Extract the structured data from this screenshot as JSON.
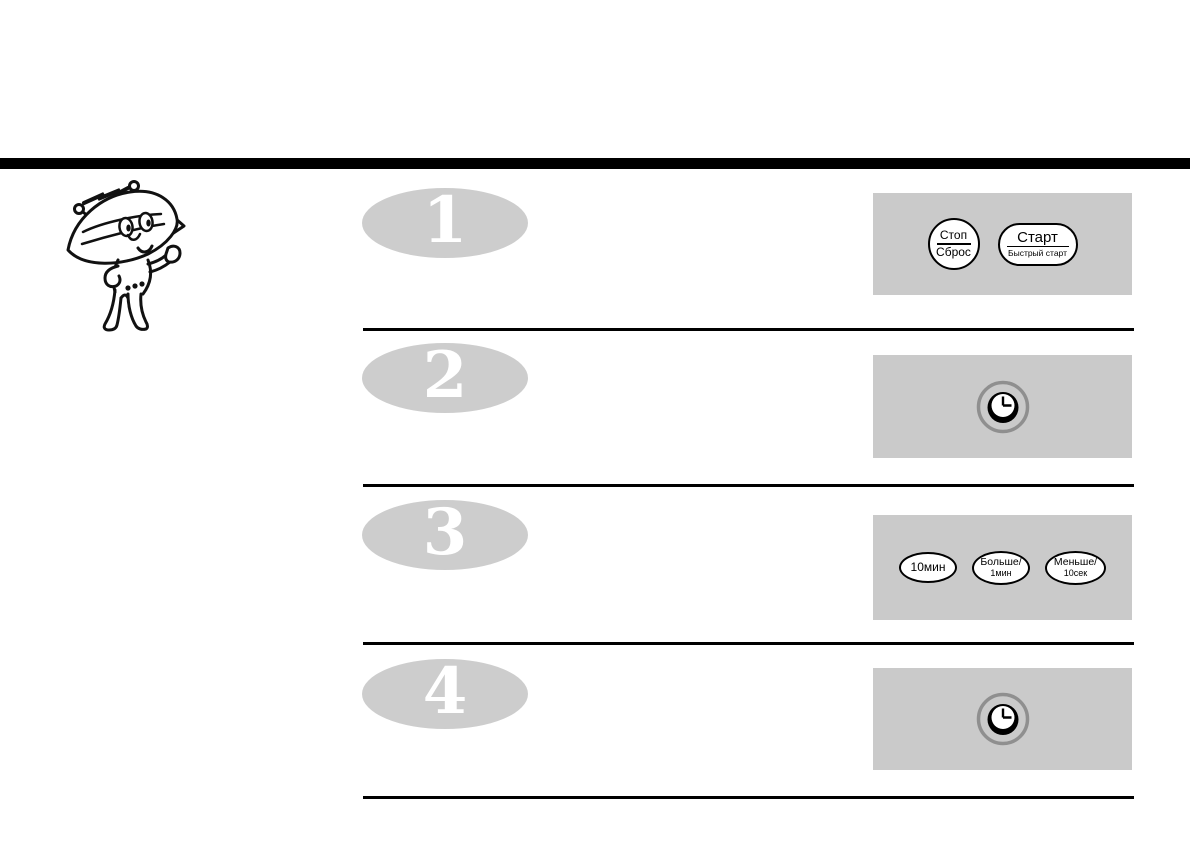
{
  "page_type": "microwave-oven-manual-steps-page",
  "language": "ru",
  "colors": {
    "top_bar": "#000000",
    "panel_bg": "#cacaca",
    "step_oval_bg": "#cdcdcd",
    "step_number_color": "#ffffff",
    "clock_ring": "#8f8f8f",
    "line_art": "#000000"
  },
  "icons": {
    "mascot": "robot-mascot-icon",
    "clock": "clock-icon",
    "lightning": "lightning-bolt-icon"
  },
  "steps": [
    {
      "number": "1",
      "buttons": {
        "stop_top": "Стоп",
        "stop_bottom": "Сброс",
        "start_top": "Старт",
        "start_bottom": "Быстрый старт"
      }
    },
    {
      "number": "2",
      "icon": "clock-icon"
    },
    {
      "number": "3",
      "buttons": {
        "ten_min": "10мин",
        "more_top": "Больше/",
        "more_bottom": "1мин",
        "less_top": "Меньше/",
        "less_bottom": "10сек"
      }
    },
    {
      "number": "4",
      "icon": "clock-icon"
    }
  ]
}
